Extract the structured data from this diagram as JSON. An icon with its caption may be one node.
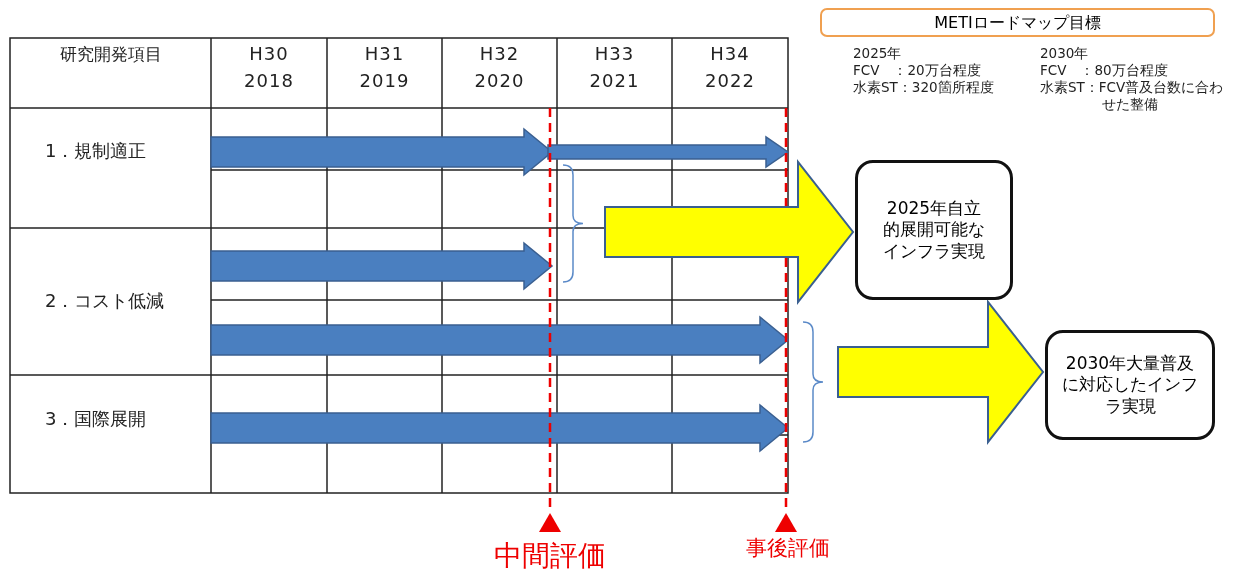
{
  "diagram": {
    "nodes": [
      {
        "text": [
          "METIロードマップ目標"
        ]
      },
      {
        "text": [
          "2025年自立的展開可能なインフラ実現"
        ]
      },
      {
        "text": [
          "2030年大量普及に対応したインフラ実現"
        ]
      }
    ],
    "edges": [
      {
        "from": null,
        "to": 1,
        "arrow": "to",
        "style": "thick"
      },
      {
        "from": null,
        "to": 2,
        "arrow": "to",
        "style": "thick"
      }
    ],
    "labels": [
      "研究開発項目",
      "H30 2018",
      "H31 2019",
      "H32 2020",
      "H33 2021",
      "H34 2022",
      "1．規制適正",
      "2．コスト低減",
      "3．国際展開",
      "2025年",
      "FCV　：20万台程度",
      "水素ST：320箇所程度",
      "2030年",
      "FCV　：80万台程度",
      "水素ST：FCV普及台数に合わせた整備",
      "中間評価",
      "事後評価"
    ]
  }
}
